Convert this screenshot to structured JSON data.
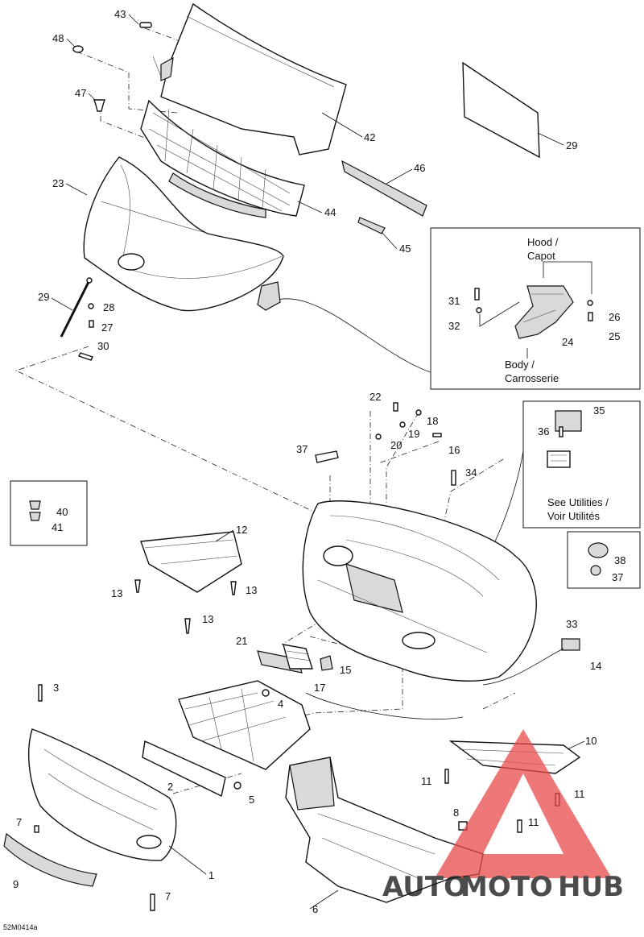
{
  "figure_code": "52M0414a",
  "callouts": [
    {
      "id": "c43",
      "label": "43"
    },
    {
      "id": "c48",
      "label": "48"
    },
    {
      "id": "c47",
      "label": "47"
    },
    {
      "id": "c42",
      "label": "42"
    },
    {
      "id": "c29a",
      "label": "29"
    },
    {
      "id": "c46",
      "label": "46"
    },
    {
      "id": "c23",
      "label": "23"
    },
    {
      "id": "c44",
      "label": "44"
    },
    {
      "id": "c45",
      "label": "45"
    },
    {
      "id": "c29b",
      "label": "29"
    },
    {
      "id": "c28",
      "label": "28"
    },
    {
      "id": "c27",
      "label": "27"
    },
    {
      "id": "c30",
      "label": "30"
    },
    {
      "id": "c31",
      "label": "31"
    },
    {
      "id": "c32",
      "label": "32"
    },
    {
      "id": "c24",
      "label": "24"
    },
    {
      "id": "c26",
      "label": "26"
    },
    {
      "id": "c25",
      "label": "25"
    },
    {
      "id": "c22",
      "label": "22"
    },
    {
      "id": "c18",
      "label": "18"
    },
    {
      "id": "c19",
      "label": "19"
    },
    {
      "id": "c20",
      "label": "20"
    },
    {
      "id": "c16",
      "label": "16"
    },
    {
      "id": "c37a",
      "label": "37"
    },
    {
      "id": "c34",
      "label": "34"
    },
    {
      "id": "c35",
      "label": "35"
    },
    {
      "id": "c36",
      "label": "36"
    },
    {
      "id": "c40",
      "label": "40"
    },
    {
      "id": "c41",
      "label": "41"
    },
    {
      "id": "c12",
      "label": "12"
    },
    {
      "id": "c13a",
      "label": "13"
    },
    {
      "id": "c13b",
      "label": "13"
    },
    {
      "id": "c13c",
      "label": "13"
    },
    {
      "id": "c38",
      "label": "38"
    },
    {
      "id": "c37b",
      "label": "37"
    },
    {
      "id": "c33",
      "label": "33"
    },
    {
      "id": "c14",
      "label": "14"
    },
    {
      "id": "c21",
      "label": "21"
    },
    {
      "id": "c15",
      "label": "15"
    },
    {
      "id": "c17",
      "label": "17"
    },
    {
      "id": "c3",
      "label": "3"
    },
    {
      "id": "c4",
      "label": "4"
    },
    {
      "id": "c10",
      "label": "10"
    },
    {
      "id": "c11a",
      "label": "11"
    },
    {
      "id": "c11b",
      "label": "11"
    },
    {
      "id": "c11c",
      "label": "11"
    },
    {
      "id": "c2",
      "label": "2"
    },
    {
      "id": "c5",
      "label": "5"
    },
    {
      "id": "c8",
      "label": "8"
    },
    {
      "id": "c7a",
      "label": "7"
    },
    {
      "id": "c1",
      "label": "1"
    },
    {
      "id": "c9",
      "label": "9"
    },
    {
      "id": "c7b",
      "label": "7"
    },
    {
      "id": "c6",
      "label": "6"
    }
  ],
  "hinge_inset": {
    "top_label_line1": "Hood /",
    "top_label_line2": "Capot",
    "bottom_label_line1": "Body /",
    "bottom_label_line2": "Carrosserie"
  },
  "utilities_inset": {
    "line1": "See Utilities /",
    "line2": "Voir Utilités"
  },
  "watermark": {
    "text_part1": "AUTO",
    "text_part2": "MOTO",
    "text_part3": "HUB",
    "color_part1": "#f3c48a",
    "color_part2": "#f3c48a",
    "color_part3": "#444444",
    "triangle_color": "#e84a4a"
  }
}
